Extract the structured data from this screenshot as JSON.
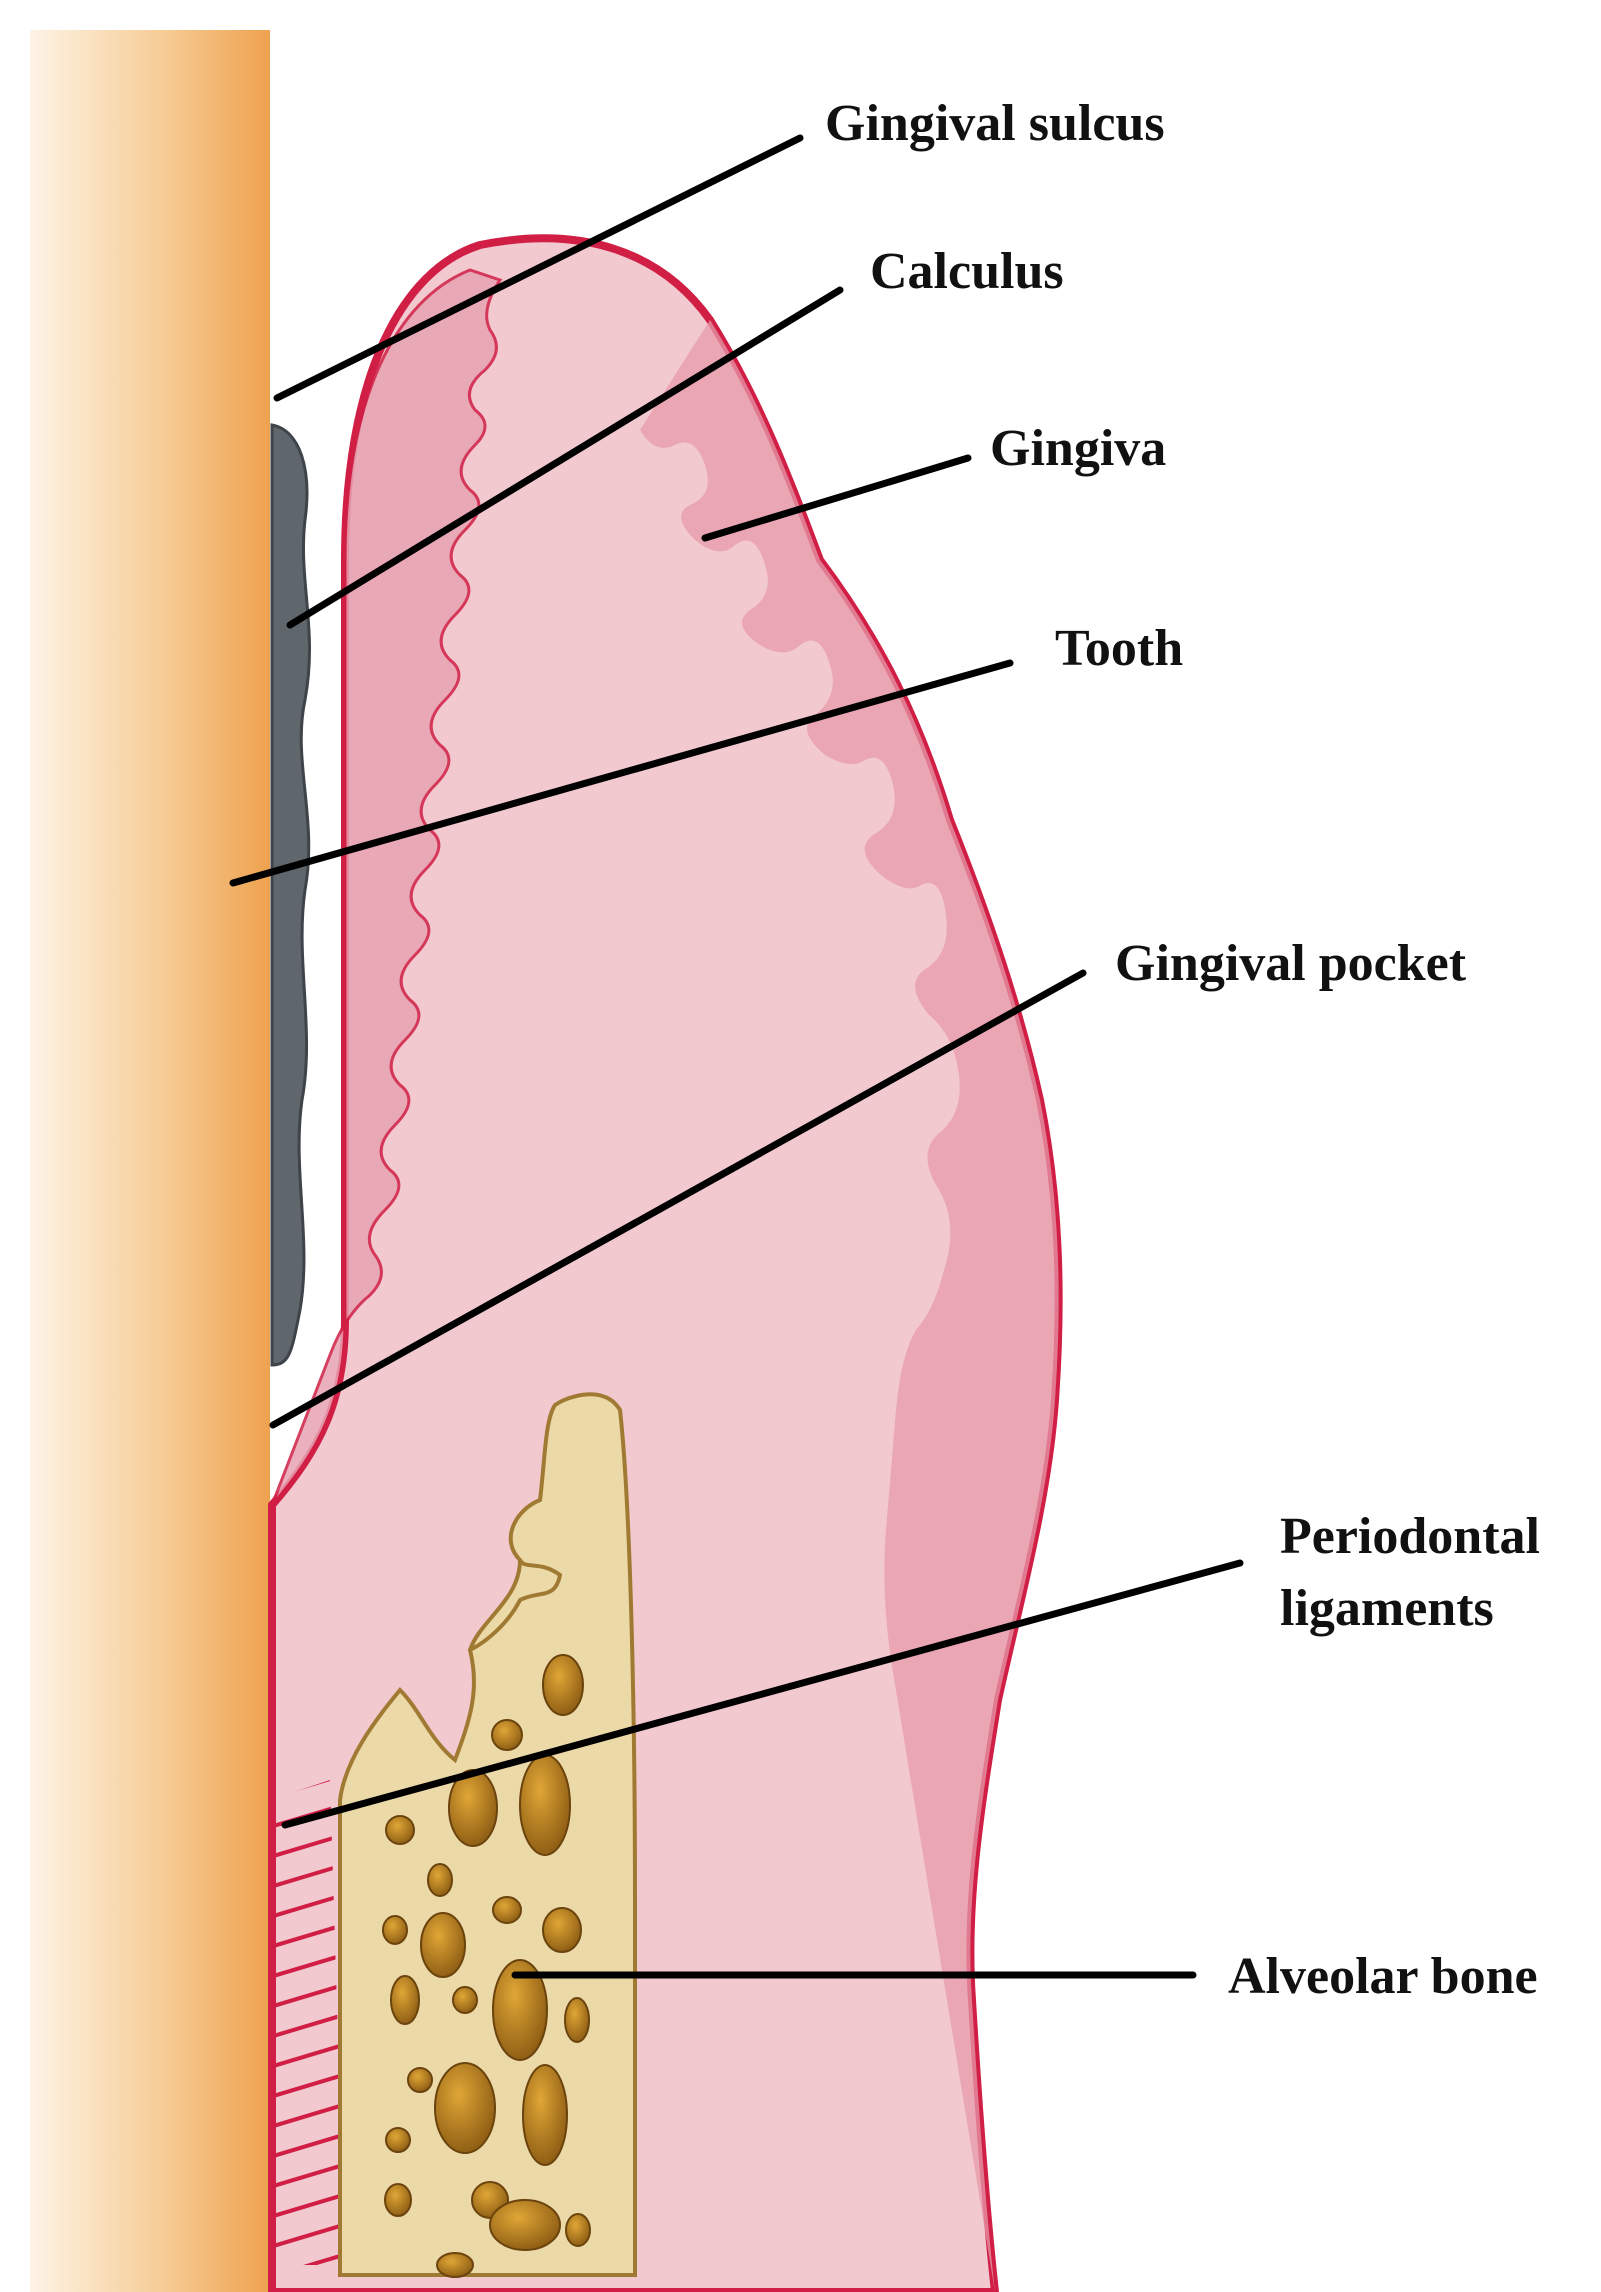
{
  "labels": {
    "gingival_sulcus": "Gingival sulcus",
    "calculus": "Calculus",
    "gingiva": "Gingiva",
    "tooth": "Tooth",
    "gingival_pocket": "Gingival pocket",
    "periodontal_ligaments_line1": "Periodontal",
    "periodontal_ligaments_line2": "ligaments",
    "alveolar_bone": "Alveolar bone"
  },
  "colors": {
    "tooth": "#f3b56b",
    "calculus": "#5f666c",
    "gingiva_fill": "#f2c9cf",
    "gingiva_outline": "#d01e45",
    "epithelium": "#e79aaa",
    "bone": "#ecd9a8",
    "marrow": "#b07a1a"
  }
}
